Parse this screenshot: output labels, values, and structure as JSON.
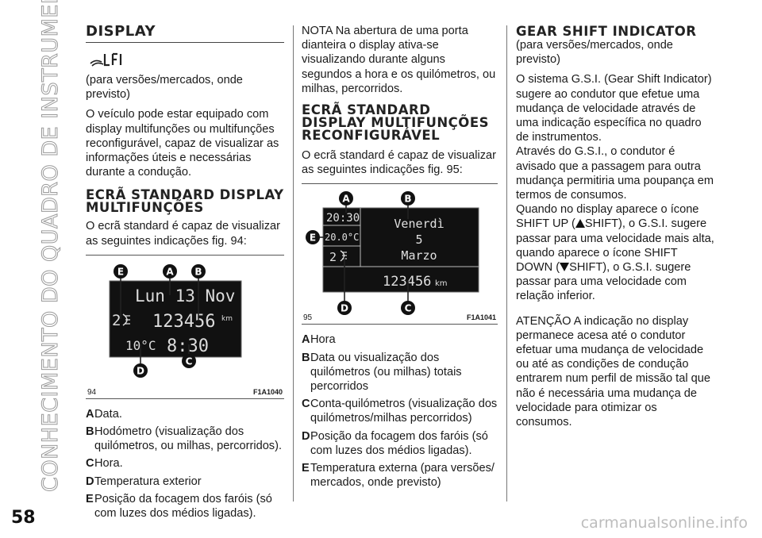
{
  "side_title": "CONHECIMENTO DO QUADRO DE INSTRUMENTOS",
  "page_number": "58",
  "watermark": "carmanualsonline.info",
  "col1": {
    "title": "DISPLAY",
    "p1": "(para versões/mercados, onde previsto)",
    "p2": "O veículo pode estar equipado com display multifunções ou multifunções reconfigurável, capaz de visualizar as informações úteis e necessárias durante a condução.",
    "subtitle": "ECRÃ STANDARD DISPLAY MULTIFUNÇÕES",
    "p3": "O ecrã standard é capaz de visualizar as seguintes indicações fig. 94:",
    "figure": {
      "number": "94",
      "code": "F1A1040",
      "lcd_day": "Lun 13 Nov",
      "lcd_odo": "123456",
      "lcd_unit": "km",
      "lcd_temp": "10°C",
      "lcd_time": "8:30",
      "lcd_level": "2",
      "markers": [
        "E",
        "A",
        "B",
        "D",
        "C"
      ]
    },
    "legend": [
      {
        "key": "A",
        "text": "Data."
      },
      {
        "key": "B",
        "text": "Hodómetro (visualização dos quilómetros, ou milhas, percorridos)."
      },
      {
        "key": "C",
        "text": "Hora."
      },
      {
        "key": "D",
        "text": "Temperatura exterior"
      },
      {
        "key": "E",
        "text": "Posição da focagem dos faróis (só com luzes dos médios ligadas)."
      }
    ]
  },
  "col2": {
    "p1": "NOTA Na abertura de uma porta dianteira o display ativa-se visualizando durante alguns segundos a hora e os quilómetros, ou milhas, percorridos.",
    "subtitle": "ECRÃ STANDARD DISPLAY MULTIFUNÇÕES RECONFIGURÁVEL",
    "p2": "O ecrã standard é capaz de visualizar as seguintes indicações fig. 95:",
    "figure": {
      "number": "95",
      "code": "F1A1041",
      "lcd_time": "20:30",
      "lcd_temp": "20.0°C",
      "lcd_level": "2",
      "lcd_day": "Venerdì",
      "lcd_date": "5",
      "lcd_month": "Marzo",
      "lcd_odo": "123456",
      "lcd_unit": "km",
      "markers": [
        "A",
        "B",
        "E",
        "D",
        "C"
      ]
    },
    "legend": [
      {
        "key": "A",
        "text": "Hora"
      },
      {
        "key": "B",
        "text": "Data ou visualização dos quilómetros (ou milhas) totais percorridos"
      },
      {
        "key": "C",
        "text": "Conta-quilómetros (visualização dos quilómetros/milhas percorridos)"
      },
      {
        "key": "D",
        "text": "Posição da focagem dos faróis (só com luzes dos médios ligadas)."
      },
      {
        "key": "E",
        "text": "Temperatura externa (para versões/ mercados, onde previsto)"
      }
    ]
  },
  "col3": {
    "title": "GEAR SHIFT INDICATOR",
    "p1": "(para versões/mercados, onde previsto)",
    "p2": "O sistema G.S.I. (Gear Shift Indicator) sugere ao condutor que efetue uma mudança de velocidade através de uma indicação específica no quadro de instrumentos.",
    "p3": "Através do G.S.I., o condutor é avisado que a passagem para outra mudança permitiria uma poupança em termos de consumos.",
    "p4a": "Quando no display aparece o ícone SHIFT UP (",
    "p4b": "SHIFT), o G.S.I. sugere passar para uma velocidade mais alta, quando aparece o ícone SHIFT DOWN (",
    "p4c": "SHIFT), o G.S.I. sugere passar para uma velocidade com relação inferior.",
    "p5": "ATENÇÃO A indicação no display permanece acesa até o condutor efetuar uma mudança de velocidade ou até as condições de condução entrarem num perfil de missão tal que não é necessária uma mudança de velocidade para otimizar os consumos."
  }
}
